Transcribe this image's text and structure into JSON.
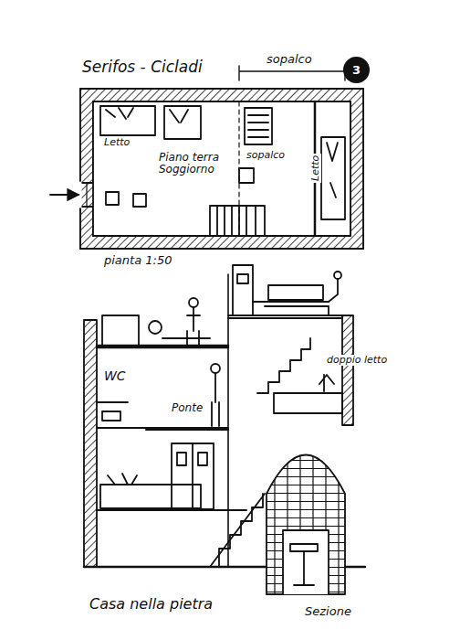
{
  "diagram": {
    "title": "Serifos - Cicladi",
    "caption": "Casa nella pietra",
    "nodes": [
      {
        "text": [
          "3"
        ]
      }
    ],
    "labels": [
      "sopalco",
      "Letto",
      "Piano terra Soggiorno",
      "sopalco",
      "Letto",
      "pianta 1:50",
      "WC",
      "doppio letto",
      "Ponte",
      "Sezione"
    ]
  }
}
